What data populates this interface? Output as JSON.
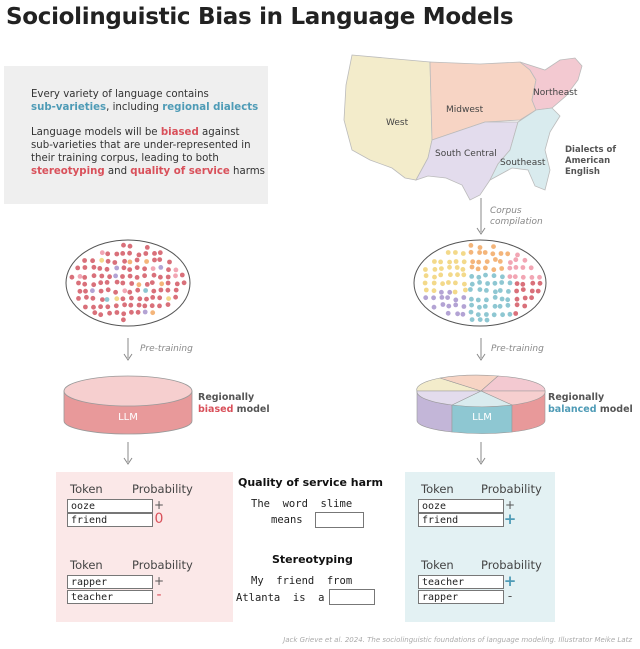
{
  "title": "Sociolinguistic Bias in Language Models",
  "info": {
    "line1": "Every variety of language contains",
    "sub_varieties": "sub-varieties",
    "including": ", including ",
    "regional_dialects": "regional dialects",
    "p2_line1_pre": "Language models will be ",
    "biased": "biased",
    "p2_line1_post": " against",
    "p2_line2": "sub-varieties that are under-represented in",
    "p2_line3": "their training corpus, leading to both",
    "stereotyping": "stereotyping",
    "and": " and ",
    "quality_of_service": "quality of service",
    "harms": " harms"
  },
  "map": {
    "regions": [
      "West",
      "Midwest",
      "Northeast",
      "South Central",
      "Southeast"
    ],
    "caption": [
      "Dialects of",
      "American",
      "English"
    ]
  },
  "steps": {
    "corpus": [
      "Corpus",
      "compilation"
    ],
    "pretraining": "Pre-training"
  },
  "models": {
    "llm": "LLM",
    "left_line1": "Regionally",
    "left_highlight": "biased",
    "left_suffix": " model",
    "right_line1": "Regionally",
    "right_highlight": "balanced",
    "right_suffix": " model"
  },
  "tables": {
    "token_header": "Token",
    "prob_header": "Probability",
    "left_top": [
      {
        "token": "ooze",
        "sign": "+"
      },
      {
        "token": "friend",
        "sign": "0"
      }
    ],
    "left_bottom": [
      {
        "token": "rapper",
        "sign": "+"
      },
      {
        "token": "teacher",
        "sign": "-"
      }
    ],
    "right_top": [
      {
        "token": "ooze",
        "sign": "+"
      },
      {
        "token": "friend",
        "sign": "+"
      }
    ],
    "right_bottom": [
      {
        "token": "teacher",
        "sign": "+"
      },
      {
        "token": "rapper",
        "sign": "-"
      }
    ]
  },
  "middle": {
    "qos_title": "Quality of service harm",
    "qos_line1": "The  word  slime",
    "qos_line2": "means",
    "stereo_title": "Stereotyping",
    "stereo_line1": "My  friend  from",
    "stereo_line2": "Atlanta  is  a"
  },
  "colors": {
    "teal": "#4e9bb6",
    "red": "#d9505a",
    "left_panel": "#fbe8e8",
    "right_panel": "#e3f1f3"
  },
  "credit": "Jack Grieve et al. 2024. The sociolinguistic foundations of language modeling. Illustrator Meike Latz"
}
